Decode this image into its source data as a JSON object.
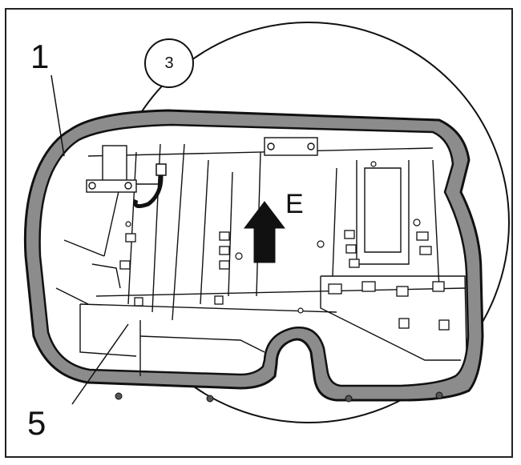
{
  "callouts": {
    "part_1": "1",
    "part_3": "3",
    "part_5": "5",
    "view_E": "E"
  },
  "colors": {
    "line": "#111111",
    "gasket_fill": "#8c8c8c",
    "background": "#ffffff"
  }
}
